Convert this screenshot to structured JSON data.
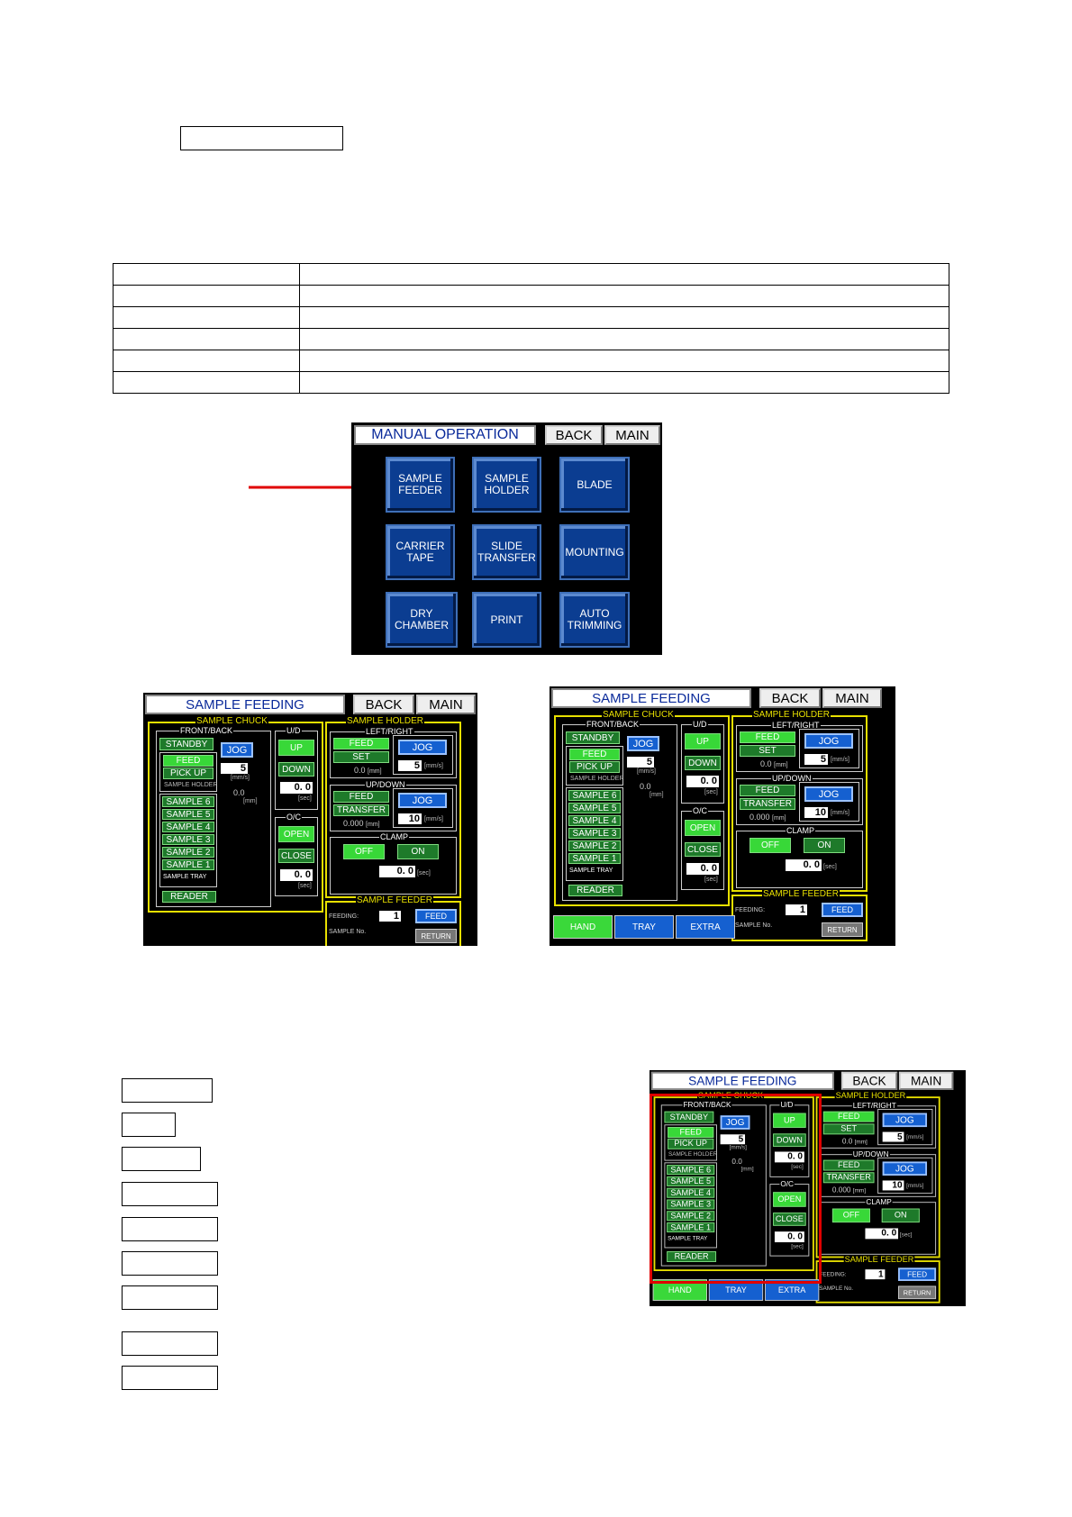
{
  "manual_operation": {
    "title": "MANUAL OPERATION",
    "back": "BACK",
    "main": "MAIN",
    "buttons": [
      {
        "l1": "SAMPLE",
        "l2": "FEEDER"
      },
      {
        "l1": "SAMPLE",
        "l2": "HOLDER"
      },
      {
        "l1": "BLADE",
        "l2": ""
      },
      {
        "l1": "CARRIER",
        "l2": "TAPE"
      },
      {
        "l1": "SLIDE",
        "l2": "TRANSFER"
      },
      {
        "l1": "MOUNTING",
        "l2": ""
      },
      {
        "l1": "DRY",
        "l2": "CHAMBER"
      },
      {
        "l1": "PRINT",
        "l2": ""
      },
      {
        "l1": "AUTO",
        "l2": "TRIMMING"
      }
    ],
    "arrow_color": "#e00000"
  },
  "sample_feeding": {
    "title": "SAMPLE FEEDING",
    "back": "BACK",
    "main": "MAIN",
    "chuck": {
      "title": "SAMPLE CHUCK",
      "front_back": "FRONT/BACK",
      "standby": "STANDBY",
      "feed": "FEED",
      "pick_up": "PICK UP",
      "sample_holder": "SAMPLE HOLDER",
      "jog": "JOG",
      "jog_speed": "5",
      "speed_unit": "[mm/s]",
      "position": "0.0",
      "pos_unit": "[mm]",
      "samples": [
        "SAMPLE 6",
        "SAMPLE 5",
        "SAMPLE 4",
        "SAMPLE 3",
        "SAMPLE 2",
        "SAMPLE 1"
      ],
      "sample_tray": "SAMPLE TRAY",
      "reader": "READER",
      "ud": "U/D",
      "up": "UP",
      "down": "DOWN",
      "ud_time": "0. 0",
      "sec_unit": "[sec]",
      "oc": "O/C",
      "open": "OPEN",
      "close": "CLOSE",
      "oc_time": "0. 0"
    },
    "holder": {
      "title": "SAMPLE HOLDER",
      "left_right": "LEFT/RIGHT",
      "feed": "FEED",
      "set": "SET",
      "lr_pos": "0.0",
      "mm_unit": "[mm]",
      "jog": "JOG",
      "lr_speed": "5",
      "speed_unit": "[mm/s]",
      "up_down": "UP/DOWN",
      "transfer": "TRANSFER",
      "ud_pos": "0.000",
      "ud_speed": "10",
      "clamp": "CLAMP",
      "off": "OFF",
      "on": "ON",
      "clamp_time": "0. 0",
      "sec_unit": "[sec]"
    },
    "feeder": {
      "title": "SAMPLE FEEDER",
      "feeding_label": "FEEDING:",
      "feeding_value": "1",
      "sample_no": "SAMPLE No.",
      "feed": "FEED",
      "return": "RETURN"
    },
    "tabs": [
      "HAND",
      "TRAY",
      "EXTRA"
    ],
    "highlight_color": "#e00000"
  }
}
